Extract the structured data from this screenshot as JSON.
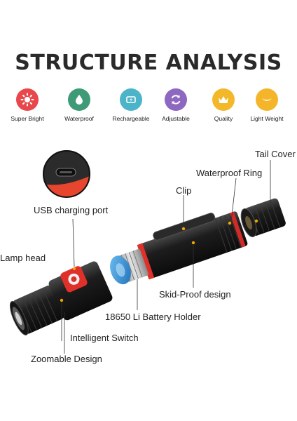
{
  "title": "STRUCTURE ANALYSIS",
  "features": [
    {
      "label": "Super Bright",
      "icon": "sun-icon",
      "color": "#e8474c"
    },
    {
      "label": "Waterproof",
      "icon": "water-drop-icon",
      "color": "#3f9a78"
    },
    {
      "label": "Rechargeable",
      "icon": "usb-charge-icon",
      "color": "#4bb4c8"
    },
    {
      "label": "Adjustable",
      "icon": "rotate-icon",
      "color": "#8e67c0"
    },
    {
      "label": "Quality",
      "icon": "crown-icon",
      "color": "#f2b82a"
    },
    {
      "label": "Light Weight",
      "icon": "feather-icon",
      "color": "#f4b52a"
    }
  ],
  "callouts": {
    "tail_cover": "Tail Cover",
    "waterproof_ring": "Waterproof Ring",
    "clip": "Clip",
    "usb_port": "USB charging port",
    "lamp_head": "Lamp head",
    "skid_proof": "Skid-Proof design",
    "battery_holder": "18650 Li Battery Holder",
    "switch": "Intelligent Switch",
    "zoom": "Zoomable Design"
  },
  "colors": {
    "accent_red": "#e0302a",
    "battery_blue": "#2f8fd8",
    "body_black": "#1c1c1c"
  }
}
